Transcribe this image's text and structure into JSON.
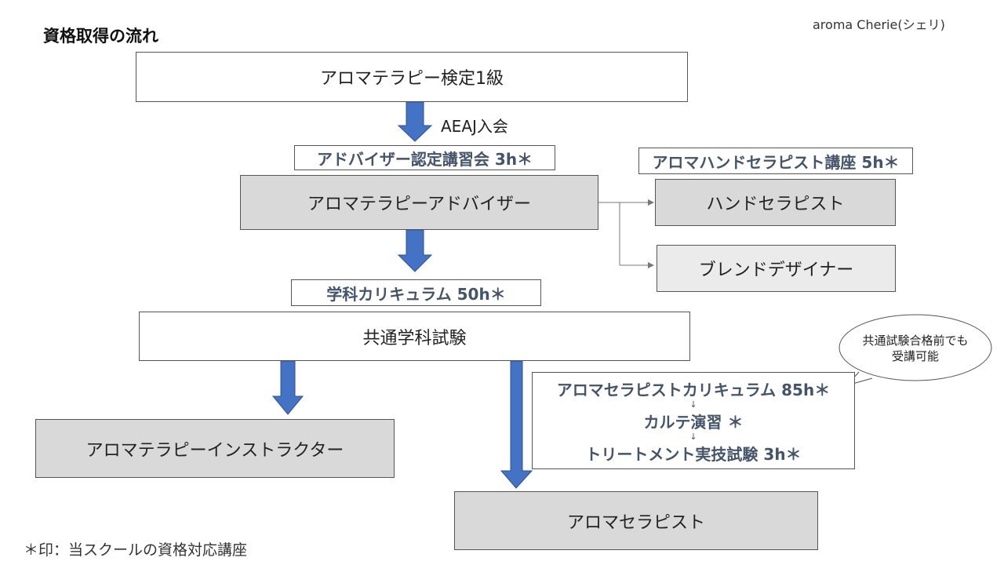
{
  "header": {
    "title": "資格取得の流れ",
    "brand": "aroma Cherie(シェリ)"
  },
  "boxes": {
    "level1": "アロマテラピー検定1級",
    "advisor": "アロマテラピーアドバイザー",
    "hand": "ハンドセラピスト",
    "blend": "ブレンドデザイナー",
    "common": "共通学科試験",
    "instructor": "アロマテラピーインストラクター",
    "therapist": "アロマセラピスト"
  },
  "labels": {
    "aeaj": "AEAJ入会",
    "advisor_course": "アドバイザー認定講習会 3h＊",
    "hand_course": "アロマハンドセラピスト講座 5h＊",
    "curriculum": "学科カリキュラム 50h＊"
  },
  "therapist_stack": {
    "line1": "アロマセラピストカリキュラム 85h＊",
    "line2": "カルテ演習 ＊",
    "line3": "トリートメント実技試験 3h＊",
    "step_arrow": "↓"
  },
  "bubble": {
    "line1": "共通試験合格前でも",
    "line2": "受講可能"
  },
  "footnote": "＊印：当スクールの資格対応講座",
  "colors": {
    "arrow": "#4472c4",
    "arrow_border": "#2f528f",
    "label_text": "#44546a",
    "gray_box": "#d9d9d9",
    "light_gray_box": "#ebebeb"
  }
}
